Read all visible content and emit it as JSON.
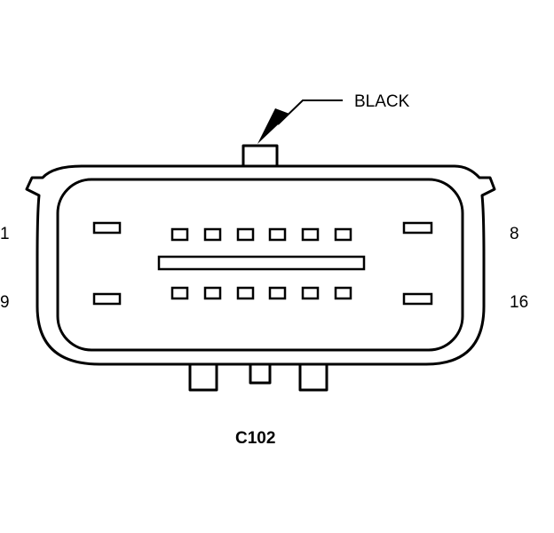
{
  "connector": {
    "name": "C102",
    "color_label": "BLACK",
    "pin_labels": {
      "top_left": "1",
      "top_right": "8",
      "bottom_left": "9",
      "bottom_right": "16"
    },
    "pin_count": 16,
    "pins_per_row": 8
  },
  "colors": {
    "line": "#000000",
    "background": "#ffffff"
  }
}
